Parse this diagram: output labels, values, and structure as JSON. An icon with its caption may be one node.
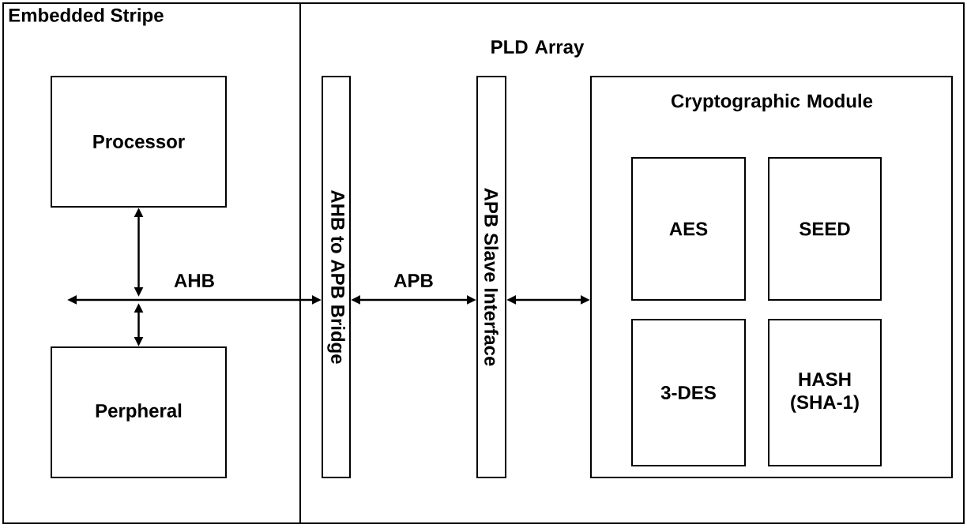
{
  "diagram": {
    "nodes": [
      {
        "text": [
          "Embedded Stripe"
        ]
      },
      {
        "text": [
          "PLD Array"
        ]
      },
      {
        "text": [
          "Processor"
        ],
        "in": 0
      },
      {
        "text": [
          "Perpheral"
        ],
        "in": 0
      },
      {
        "text": [
          "AHB to APB Bridge"
        ],
        "in": 1
      },
      {
        "text": [
          "APB Slave Interface"
        ],
        "in": 1
      },
      {
        "text": [
          "Cryptographic Module"
        ],
        "in": 1
      },
      {
        "text": [
          "AES"
        ],
        "in": 6
      },
      {
        "text": [
          "SEED"
        ],
        "in": 6
      },
      {
        "text": [
          "3-DES"
        ],
        "in": 6
      },
      {
        "text": [
          "HASH (SHA-1)"
        ],
        "in": 6
      }
    ],
    "edges": [
      {
        "from": null,
        "to": 4,
        "arrow": "both",
        "label": "AHB"
      },
      {
        "from": 2,
        "to": null,
        "arrow": "both"
      },
      {
        "from": 3,
        "to": null,
        "arrow": "both"
      },
      {
        "from": 4,
        "to": 5,
        "arrow": "both",
        "label": "APB"
      },
      {
        "from": 5,
        "to": 6,
        "arrow": "both"
      }
    ]
  }
}
